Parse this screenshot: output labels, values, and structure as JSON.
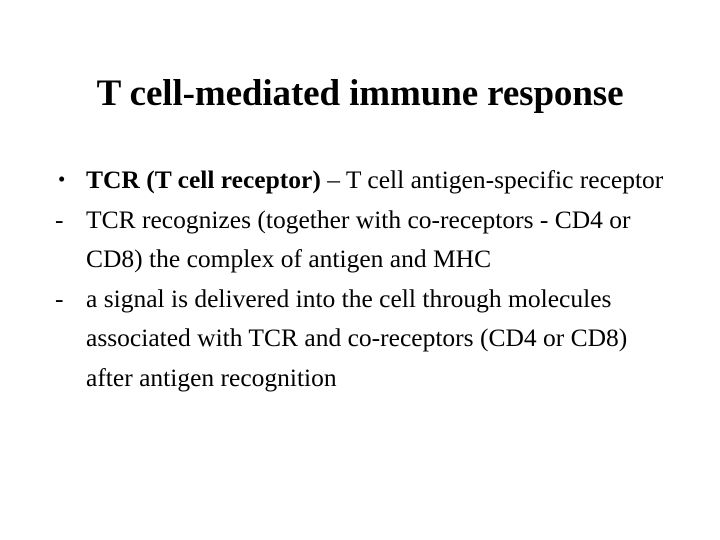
{
  "slide": {
    "title": "T cell-mediated immune response",
    "background_color": "#ffffff",
    "text_color": "#000000",
    "bullets": [
      {
        "marker": "•",
        "marker_type": "round-bullet",
        "lead_bold": "TCR (T cell receptor)",
        "rest": " – T cell antigen-specific receptor"
      },
      {
        "marker": "-",
        "marker_type": "dash",
        "lead_bold": "",
        "rest": "TCR recognizes (together with co-receptors - CD4 or CD8) the complex of antigen and MHC"
      },
      {
        "marker": "-",
        "marker_type": "dash",
        "lead_bold": "",
        "rest": "a signal is delivered into the cell through molecules associated with TCR and co-receptors (CD4 or CD8) after antigen recognition"
      }
    ]
  }
}
